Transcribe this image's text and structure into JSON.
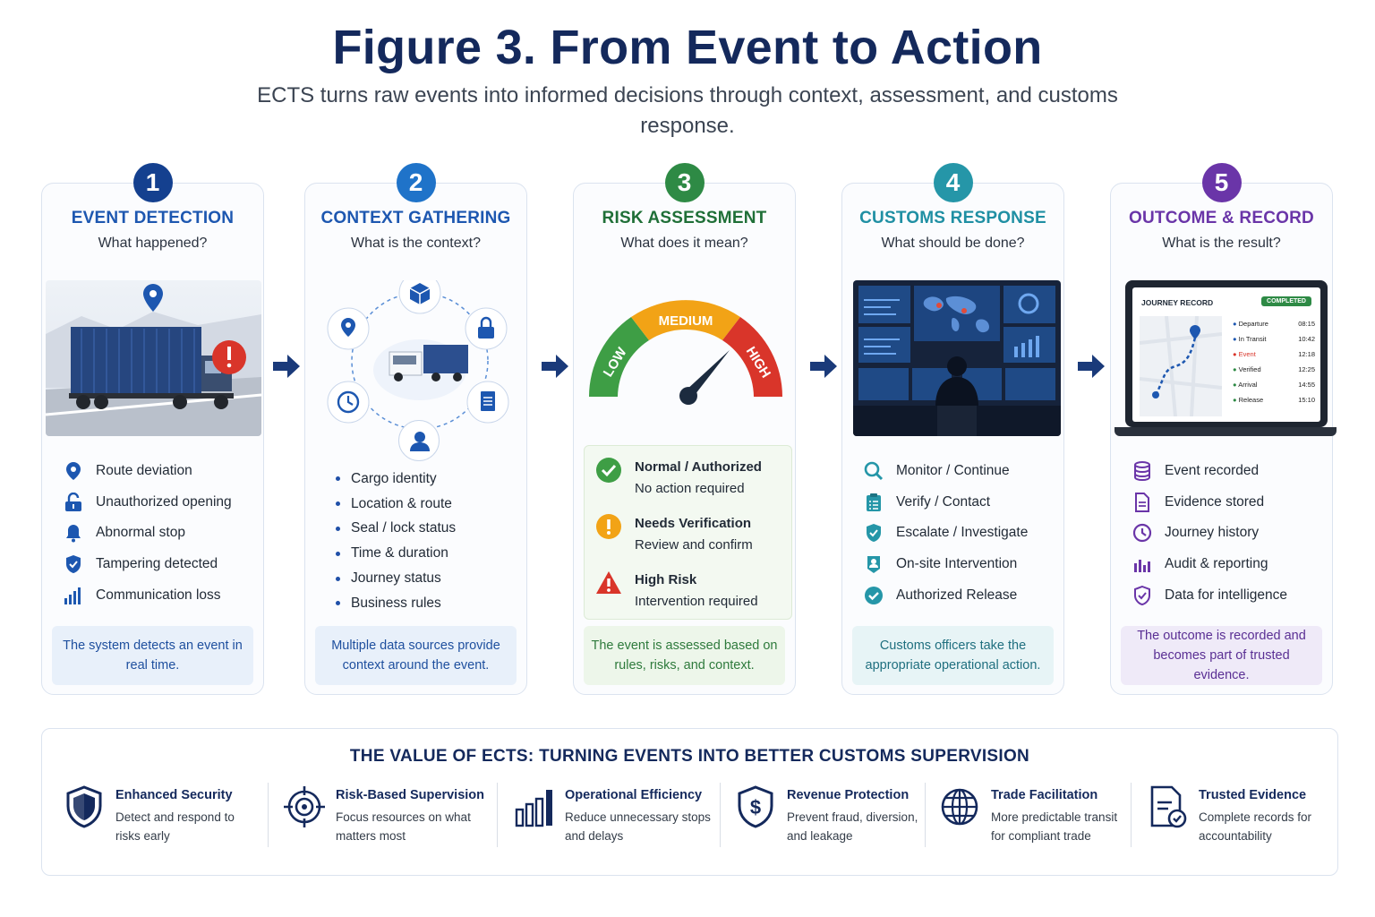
{
  "title": "Figure 3. From Event to Action",
  "subtitle": "ECTS turns raw events into informed decisions through context, assessment, and customs response.",
  "colors": {
    "navy": "#14295c",
    "blue": "#1d57b0",
    "green": "#2e8a45",
    "teal": "#2596a8",
    "purple": "#6a35a8",
    "orange": "#f2a316",
    "red": "#d9352a"
  },
  "cards": [
    {
      "number": "1",
      "title": "EVENT DETECTION",
      "question": "What happened?",
      "items": [
        {
          "icon": "location-pin-icon",
          "label": "Route deviation"
        },
        {
          "icon": "unlocked-padlock-icon",
          "label": "Unauthorized opening"
        },
        {
          "icon": "bell-icon",
          "label": "Abnormal stop"
        },
        {
          "icon": "shield-icon",
          "label": "Tampering detected"
        },
        {
          "icon": "signal-bars-icon",
          "label": "Communication loss"
        }
      ],
      "footer": "The system detects an event in real time."
    },
    {
      "number": "2",
      "title": "CONTEXT GATHERING",
      "question": "What is the context?",
      "items": [
        "Cargo identity",
        "Location & route",
        "Seal / lock status",
        "Time & duration",
        "Journey status",
        "Business rules"
      ],
      "footer": "Multiple data sources provide context around the event."
    },
    {
      "number": "3",
      "title": "RISK ASSESSMENT",
      "question": "What does it mean?",
      "gauge": {
        "low": "LOW",
        "medium": "MEDIUM",
        "high": "HIGH"
      },
      "levels": [
        {
          "title": "Normal / Authorized",
          "desc": "No action required"
        },
        {
          "title": "Needs Verification",
          "desc": "Review and confirm"
        },
        {
          "title": "High Risk",
          "desc": "Intervention required"
        }
      ],
      "footer": "The event is assessed based on rules, risks, and context."
    },
    {
      "number": "4",
      "title": "CUSTOMS RESPONSE",
      "question": "What should be done?",
      "items": [
        {
          "icon": "magnifier-icon",
          "label": "Monitor / Continue"
        },
        {
          "icon": "checklist-icon",
          "label": "Verify / Contact"
        },
        {
          "icon": "shield-check-icon",
          "label": "Escalate / Investigate"
        },
        {
          "icon": "officer-badge-icon",
          "label": "On-site Intervention"
        },
        {
          "icon": "check-circle-icon",
          "label": "Authorized Release"
        }
      ],
      "footer": "Customs officers take the appropriate operational action."
    },
    {
      "number": "5",
      "title": "OUTCOME & RECORD",
      "question": "What is the result?",
      "record": {
        "header": "JOURNEY RECORD",
        "badge": "COMPLETED",
        "rows": [
          {
            "label": "Departure",
            "time": "08:15"
          },
          {
            "label": "In Transit",
            "time": "10:42"
          },
          {
            "label": "Event",
            "time": "12:18"
          },
          {
            "label": "Verified",
            "time": "12:25"
          },
          {
            "label": "Arrival",
            "time": "14:55"
          },
          {
            "label": "Release",
            "time": "15:10"
          }
        ]
      },
      "items": [
        {
          "icon": "database-icon",
          "label": "Event recorded"
        },
        {
          "icon": "document-icon",
          "label": "Evidence stored"
        },
        {
          "icon": "clock-icon",
          "label": "Journey history"
        },
        {
          "icon": "bar-chart-icon",
          "label": "Audit & reporting"
        },
        {
          "icon": "shield-check-icon",
          "label": "Data for intelligence"
        }
      ],
      "footer": "The outcome is recorded and becomes part of trusted evidence."
    }
  ],
  "value": {
    "title": "THE VALUE OF ECTS: TURNING EVENTS INTO BETTER CUSTOMS SUPERVISION",
    "items": [
      {
        "icon": "shield-icon",
        "title": "Enhanced Security",
        "desc": "Detect and respond to risks early"
      },
      {
        "icon": "target-icon",
        "title": "Risk-Based Supervision",
        "desc": "Focus resources on what matters most"
      },
      {
        "icon": "bar-chart-icon",
        "title": "Operational Efficiency",
        "desc": "Reduce unnecessary stops and delays"
      },
      {
        "icon": "dollar-shield-icon",
        "title": "Revenue Protection",
        "desc": "Prevent fraud, diversion, and leakage"
      },
      {
        "icon": "globe-icon",
        "title": "Trade Facilitation",
        "desc": "More predictable transit for compliant trade"
      },
      {
        "icon": "document-check-icon",
        "title": "Trusted Evidence",
        "desc": "Complete records for accountability"
      }
    ]
  }
}
